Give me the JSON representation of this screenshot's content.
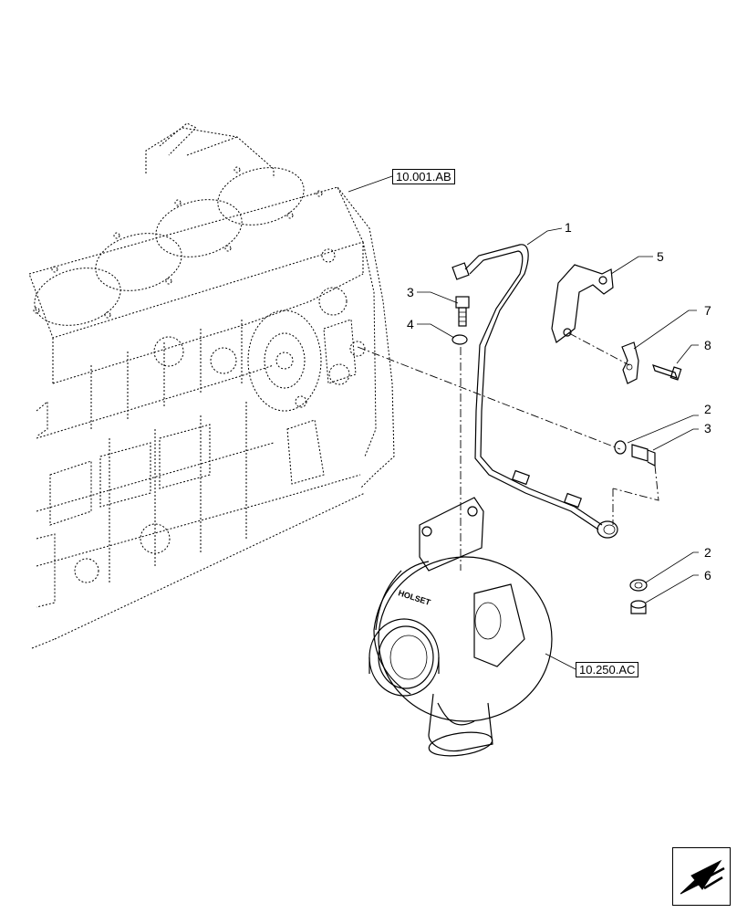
{
  "references": {
    "engine_block": "10.001.AB",
    "turbocharger": "10.250.AC"
  },
  "callouts": [
    {
      "id": "c1",
      "text": "1"
    },
    {
      "id": "c3a",
      "text": "3"
    },
    {
      "id": "c4",
      "text": "4"
    },
    {
      "id": "c5",
      "text": "5"
    },
    {
      "id": "c7",
      "text": "7"
    },
    {
      "id": "c8",
      "text": "8"
    },
    {
      "id": "c2a",
      "text": "2"
    },
    {
      "id": "c3b",
      "text": "3"
    },
    {
      "id": "c2b",
      "text": "2"
    },
    {
      "id": "c6",
      "text": "6"
    }
  ],
  "turbo_marking": "HOLSET",
  "nav": {
    "icon": "back-arrow-icon"
  }
}
